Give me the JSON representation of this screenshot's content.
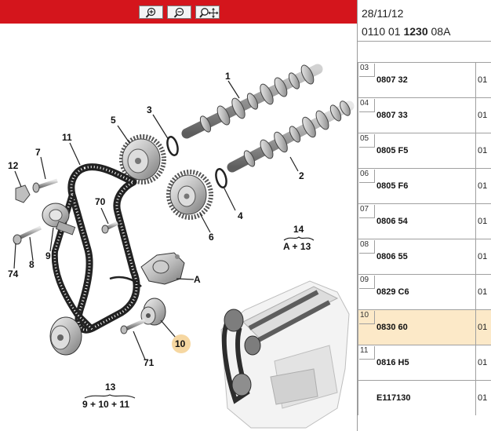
{
  "toolbar": {
    "icons": [
      "zoom-in-icon",
      "zoom-out-icon",
      "zoom-pan-icon"
    ],
    "colors": {
      "bar": "#d4151c"
    }
  },
  "header": {
    "date": "28/11/12",
    "code_prefix": "0110 01 ",
    "code_bold": "1230",
    "code_suffix": " 08A"
  },
  "parts": [
    {
      "index": "03",
      "ref": "0807 32",
      "qty": "01",
      "selected": false
    },
    {
      "index": "04",
      "ref": "0807 33",
      "qty": "01",
      "selected": false
    },
    {
      "index": "05",
      "ref": "0805 F5",
      "qty": "01",
      "selected": false
    },
    {
      "index": "06",
      "ref": "0805 F6",
      "qty": "01",
      "selected": false
    },
    {
      "index": "07",
      "ref": "0806 54",
      "qty": "01",
      "selected": false
    },
    {
      "index": "08",
      "ref": "0806 55",
      "qty": "01",
      "selected": false
    },
    {
      "index": "09",
      "ref": "0829 C6",
      "qty": "01",
      "selected": false
    },
    {
      "index": "10",
      "ref": "0830 60",
      "qty": "01",
      "selected": true
    },
    {
      "index": "11",
      "ref": "0816 H5",
      "qty": "01",
      "selected": false
    },
    {
      "index": "",
      "ref": "E117130",
      "qty": "01",
      "selected": false
    }
  ],
  "callouts": {
    "c1": "1",
    "c2": "2",
    "c3": "3",
    "c4": "4",
    "c5": "5",
    "c6": "6",
    "c7": "7",
    "c8": "8",
    "c9": "9",
    "c10": "10",
    "c11": "11",
    "c12": "12",
    "c70": "70",
    "c71": "71",
    "c74": "74",
    "cA": "A",
    "g14_top": "14",
    "g14_bottom": "A + 13",
    "g13_top": "13",
    "g13_bottom": "9 + 10 + 11"
  },
  "colors": {
    "selected_row": "#fce9c8",
    "highlight_circle": "#f6d7a1"
  }
}
